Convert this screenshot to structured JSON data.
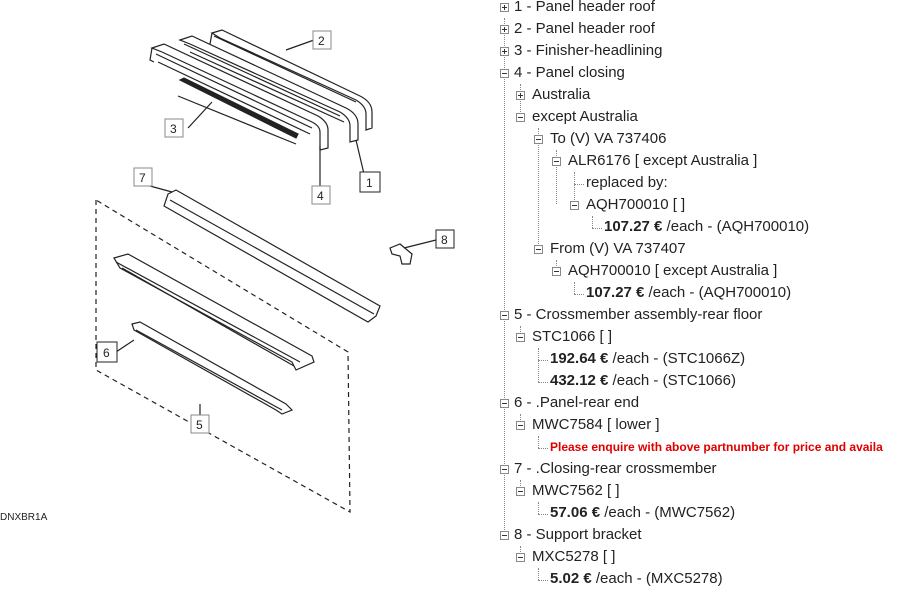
{
  "diagram": {
    "callouts": [
      "1",
      "2",
      "3",
      "4",
      "5",
      "6",
      "7",
      "8"
    ],
    "code": "DNXBR1A"
  },
  "tree": {
    "n1": "1 - Panel header roof",
    "n2": "2 - Panel header roof",
    "n3": "3 - Finisher-headlining",
    "n4": "4 - Panel closing",
    "n4_au": "Australia",
    "n4_ex": "except Australia",
    "n4_to": "To (V) VA 737406",
    "n4_alr": "ALR6176 [ except Australia ]",
    "n4_repl": "replaced by:",
    "n4_aqh1": "AQH700010 [ ]",
    "n4_p1": "107.27 €",
    "n4_p1s": " /each - (AQH700010)",
    "n4_from": "From (V) VA 737407",
    "n4_aqh2": "AQH700010 [ except Australia ]",
    "n4_p2": "107.27 €",
    "n4_p2s": " /each - (AQH700010)",
    "n5": "5 - Crossmember assembly-rear floor",
    "n5_stc": "STC1066 [ ]",
    "n5_p1": "192.64 €",
    "n5_p1s": " /each - (STC1066Z)",
    "n5_p2": "432.12 €",
    "n5_p2s": " /each - (STC1066)",
    "n6": "6 - .Panel-rear end",
    "n6_mwc": "MWC7584 [ lower ]",
    "n6_enq": "Please enquire with above partnumber for price and availa",
    "n7": "7 - .Closing-rear crossmember",
    "n7_mwc": "MWC7562 [ ]",
    "n7_p": "57.06 €",
    "n7_ps": " /each - (MWC7562)",
    "n8": "8 - Support bracket",
    "n8_mxc": "MXC5278 [ ]",
    "n8_p": "5.02 €",
    "n8_ps": " /each - (MXC5278)"
  }
}
